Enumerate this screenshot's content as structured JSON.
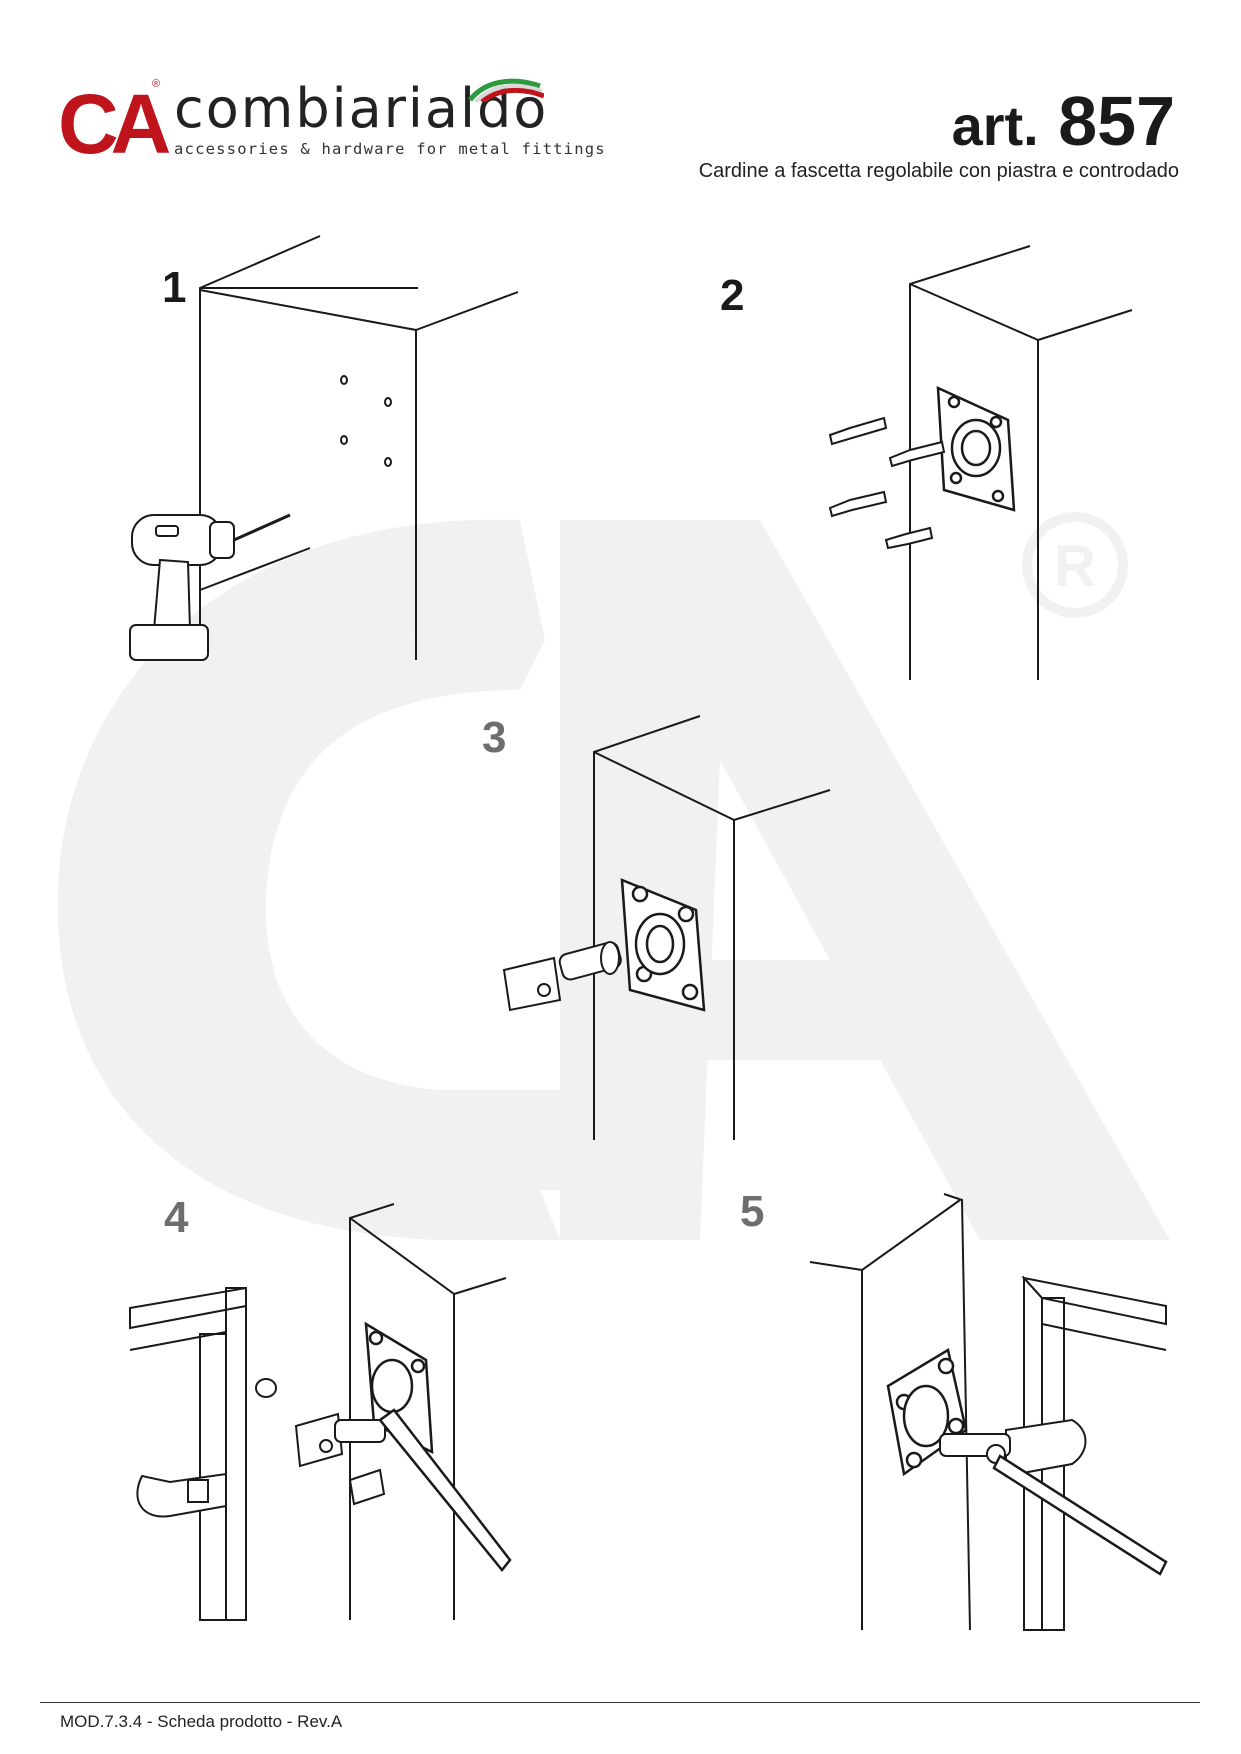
{
  "header": {
    "logo_mark": "CA",
    "logo_registered": "®",
    "logo_name": "combiarialdo",
    "logo_tagline": "accessories & hardware for metal fittings",
    "article_prefix": "art.",
    "article_number": "857",
    "subtitle": "Cardine a fascetta regolabile con piastra e controdado"
  },
  "steps": [
    {
      "number": "1"
    },
    {
      "number": "2"
    },
    {
      "number": "3"
    },
    {
      "number": "4"
    },
    {
      "number": "5"
    }
  ],
  "footer": {
    "document_code": "MOD.7.3.4 - Scheda prodotto - Rev.A"
  },
  "colors": {
    "brand_red": "#c0141c",
    "watermark": "#f1f1f2",
    "step_grey": "#6d6e70",
    "line": "#1a1a1a"
  }
}
